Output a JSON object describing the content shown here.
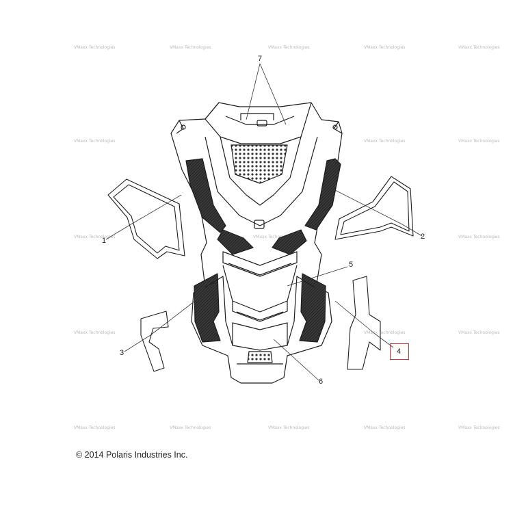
{
  "watermark": "VMaxx Technologies",
  "callouts": [
    {
      "id": "1",
      "label": "1"
    },
    {
      "id": "2",
      "label": "2"
    },
    {
      "id": "3",
      "label": "3"
    },
    {
      "id": "4",
      "label": "4",
      "highlighted": true
    },
    {
      "id": "5",
      "label": "5"
    },
    {
      "id": "6",
      "label": "6"
    },
    {
      "id": "7",
      "label": "7"
    }
  ],
  "copyright": "© 2014 Polaris Industries Inc.",
  "colors": {
    "line": "#1c1c1c",
    "decal_fill": "#2a2a2a",
    "highlight": "#d32f2f",
    "watermark": "#b9b9b9"
  }
}
